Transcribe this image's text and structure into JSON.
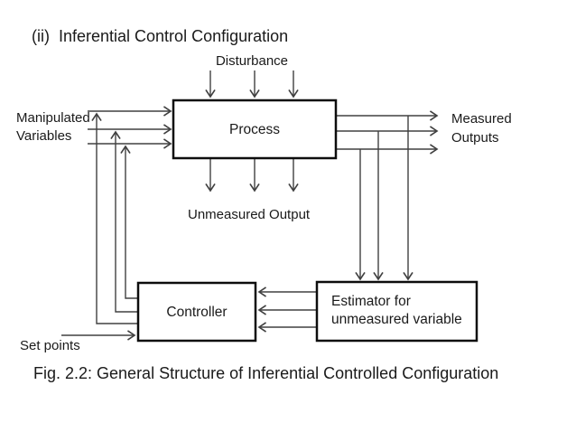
{
  "title": "(ii)  Inferential Control Configuration",
  "caption": "Fig. 2.2: General Structure of Inferential Controlled Configuration",
  "diagram": {
    "boxes": {
      "process": {
        "label": "Process"
      },
      "controller": {
        "label": "Controller"
      },
      "estimator": {
        "label_line1": "Estimator for",
        "label_line2": "unmeasured variable"
      }
    },
    "labels": {
      "disturbance": "Disturbance",
      "manipulated_line1": "Manipulated",
      "manipulated_line2": "Variables",
      "measured_line1": "Measured",
      "measured_line2": "Outputs",
      "unmeasured_output": "Unmeasured Output",
      "set_points": "Set points"
    },
    "arrow_counts": {
      "disturbance_inputs": 3,
      "manipulated_inputs": 3,
      "measured_outputs": 3,
      "unmeasured_outputs": 3,
      "estimator_inputs": 3,
      "estimator_to_controller": 3,
      "setpoint_inputs": 1
    },
    "colors": {
      "background": "#ffffff",
      "line": "#404040",
      "box_border": "#0d0d0d",
      "text": "#1a1a1a"
    }
  }
}
